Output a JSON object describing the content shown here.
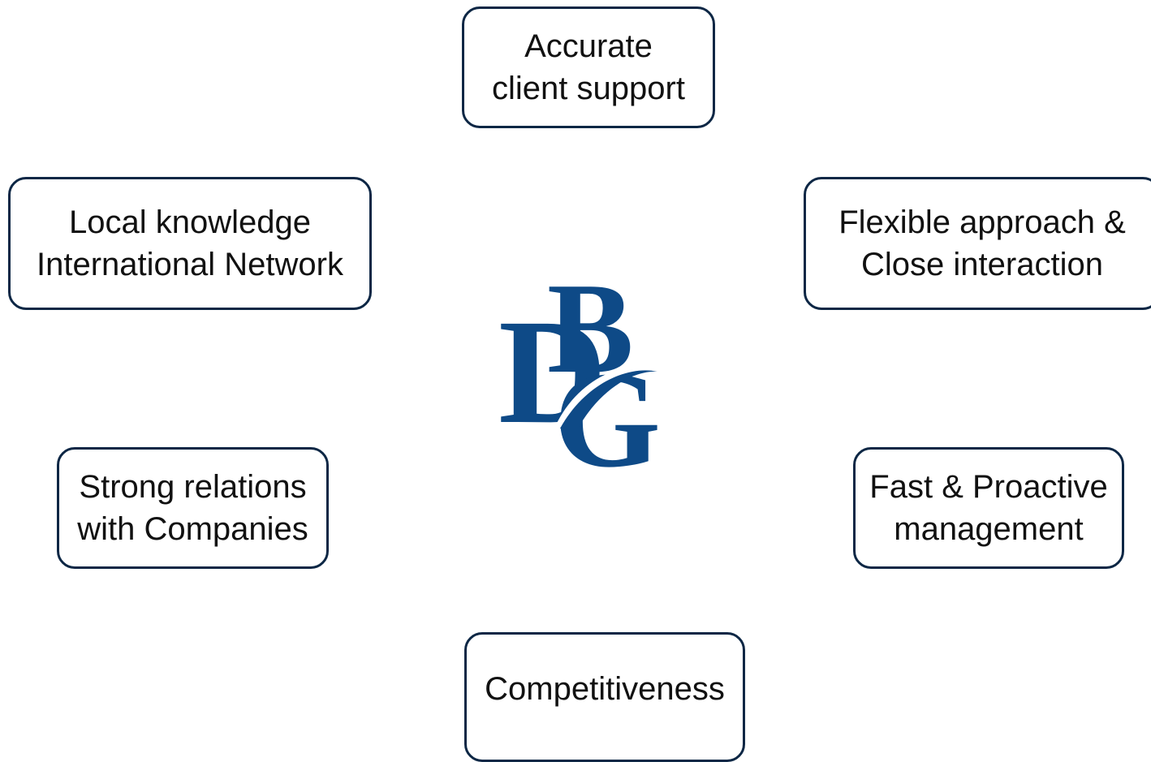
{
  "boxes": {
    "top": {
      "line1": "Accurate",
      "line2": "client support"
    },
    "upper_left": {
      "line1": "Local knowledge",
      "line2": "International Network"
    },
    "upper_right": {
      "line1": "Flexible approach &",
      "line2": "Close interaction"
    },
    "lower_left": {
      "line1": "Strong relations",
      "line2": "with Companies"
    },
    "lower_right": {
      "line1": "Fast & Proactive",
      "line2": "management"
    },
    "bottom": {
      "line1": "Competitiveness"
    }
  },
  "logo": {
    "letters": [
      "B",
      "D",
      "G"
    ],
    "color": "#0e4a87"
  },
  "colors": {
    "border": "#0d2745",
    "text": "#111111",
    "logo": "#0e4a87"
  }
}
